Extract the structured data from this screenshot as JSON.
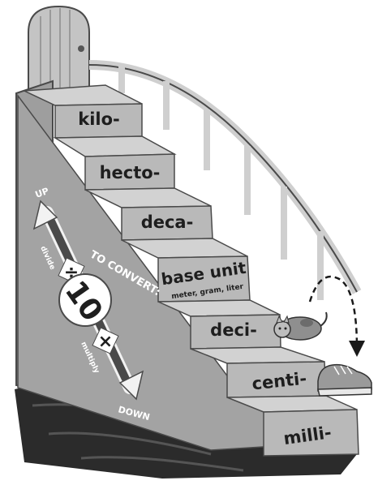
{
  "steps": [
    {
      "prefix": "kilo-"
    },
    {
      "prefix": "hecto-"
    },
    {
      "prefix": "deca-"
    },
    {
      "prefix": "base unit",
      "examples": "meter, gram, liter"
    },
    {
      "prefix": "deci-"
    },
    {
      "prefix": "centi-"
    },
    {
      "prefix": "milli-"
    }
  ],
  "conversion": {
    "heading": "TO CONVERT:",
    "up_label": "UP",
    "down_label": "DOWN",
    "divide_label": "divide",
    "multiply_label": "multiply",
    "factor": "10",
    "divide_symbol": "÷",
    "multiply_symbol": "×"
  },
  "colors": {
    "wall": "#9e9e9e",
    "step_top": "#d2d2d2",
    "step_riser": "#b9b9b9",
    "floor": "#2b2b2b",
    "door": "#c4c4c4",
    "outline": "#4a4a4a"
  },
  "icons": [
    "door-icon",
    "cat-icon",
    "sneaker-icon",
    "dashed-arrow-icon"
  ]
}
